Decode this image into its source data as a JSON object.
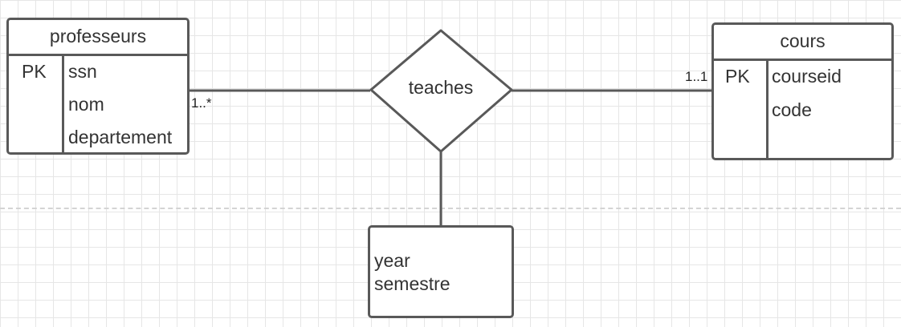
{
  "entities": {
    "professeurs": {
      "title": "professeurs",
      "pk": "PK",
      "attributes": [
        "ssn",
        "nom",
        "departement"
      ]
    },
    "cours": {
      "title": "cours",
      "pk": "PK",
      "attributes": [
        "courseid",
        "code"
      ]
    }
  },
  "relationship": {
    "label": "teaches",
    "attributes": [
      "year",
      "semestre"
    ]
  },
  "cardinality": {
    "professeurs": "1..*",
    "cours": "1..1"
  }
}
